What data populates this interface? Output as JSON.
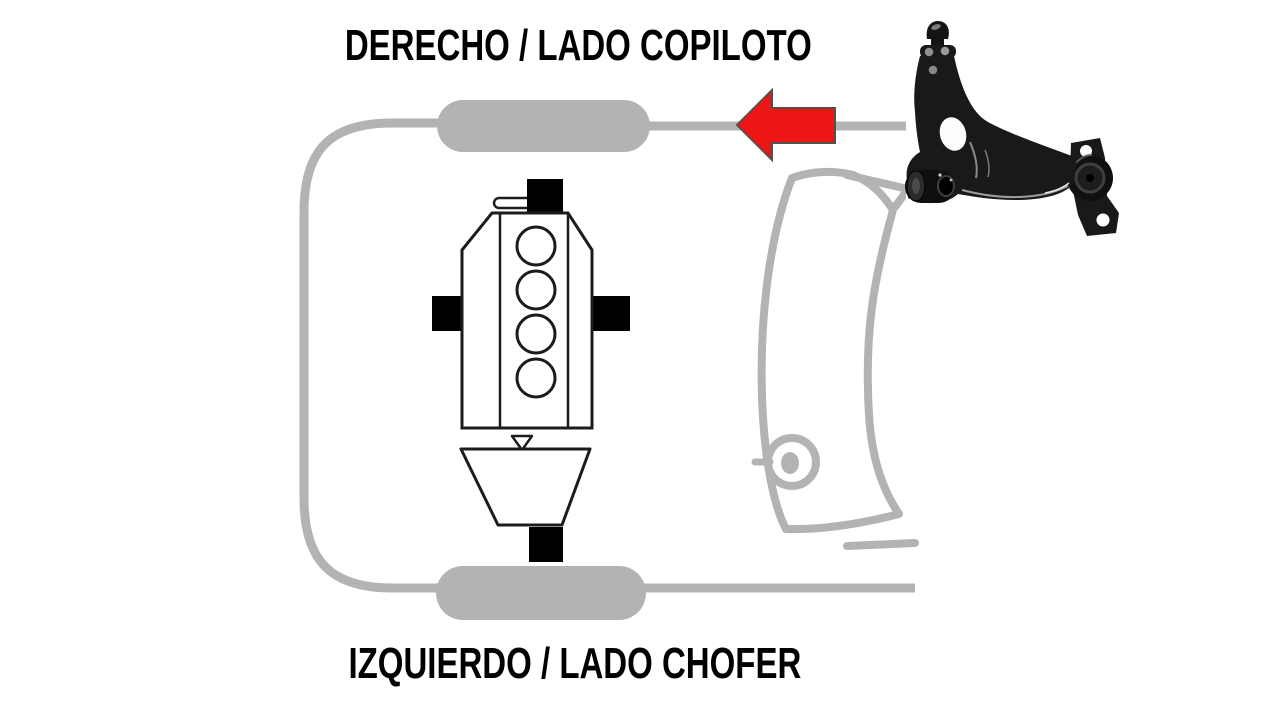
{
  "labels": {
    "top": "DERECHO / LADO COPILOTO",
    "bottom": "IZQUIERDO / LADO CHOFER"
  },
  "diagram": {
    "vehicle_view": "car-front-end-top-view",
    "engine_cylinders": 4,
    "engine_mounts": 4,
    "tires_shown": 2,
    "arrow_points_to": "right-front-wheel-side",
    "part_shown": "lower-control-arm"
  },
  "icons": {
    "direction_arrow": "left-block-arrow-icon",
    "part_image": "control-arm-photo",
    "steering": "steering-wheel-icon"
  },
  "colors": {
    "background": "#ffffff",
    "diagram_gray": "#b3b3b3",
    "engine_line": "#1c1c1c",
    "mount_black": "#000000",
    "arrow_red": "#ee1515",
    "arrow_outline": "#56504a",
    "part_black": "#191919",
    "text_black": "#000000"
  }
}
